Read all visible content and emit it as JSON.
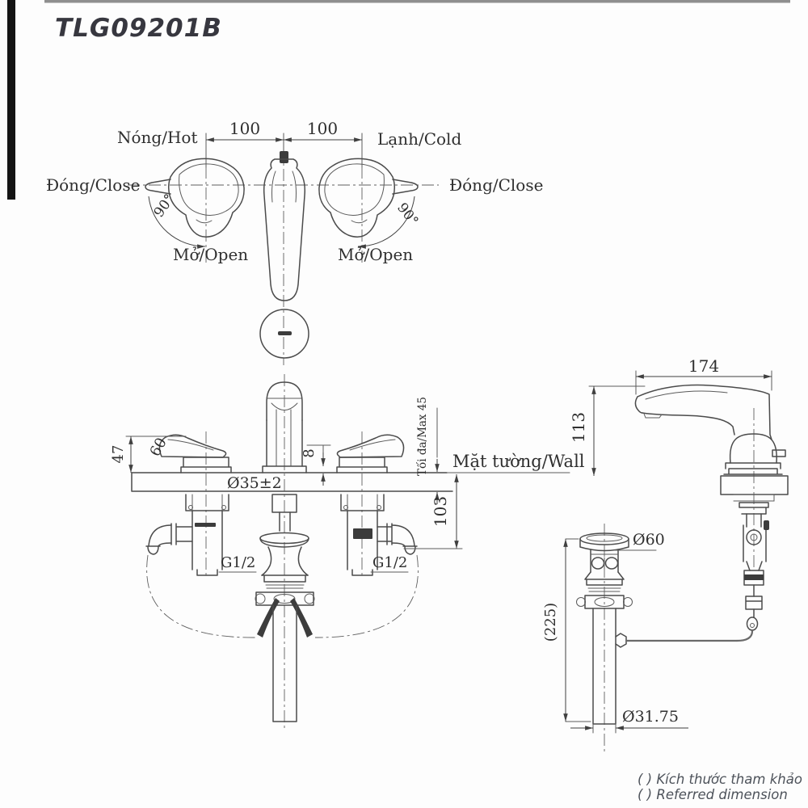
{
  "title": "TLG09201B",
  "colors": {
    "line": "#4b4b4b",
    "dimension": "#404040",
    "text": "#2f2f2f",
    "title": "#37373f",
    "note": "#4d525a",
    "top_rule": "#8f8f8f",
    "left_bar": "#141414",
    "background": "#fdfdfd"
  },
  "top_view": {
    "hot": "Nóng/Hot",
    "cold": "Lạnh/Cold",
    "close_left": "Đóng/Close",
    "close_right": "Đóng/Close",
    "open_left": "Mở/Open",
    "open_right": "Mở/Open",
    "angle_left": "90°",
    "angle_right": "90°",
    "pitch_left": "100",
    "pitch_right": "100"
  },
  "front_view": {
    "handle_height": "47",
    "handle_length": "60",
    "hole_diameter": "Ø35±2",
    "base_height": "8",
    "max_thickness": "Tối đa/Max 45",
    "wall": "Mặt tường/Wall",
    "below_deck": "103",
    "thread_left": "G1/2",
    "thread_right": "G1/2"
  },
  "side_view": {
    "spout_reach": "174",
    "spout_height": "113"
  },
  "drain": {
    "flange_diameter": "Ø60",
    "body_length": "(225)",
    "tail_diameter": "Ø31.75"
  },
  "footnote": {
    "line1": "( ) Kích thước tham khảo",
    "line2": "( ) Referred dimension"
  }
}
